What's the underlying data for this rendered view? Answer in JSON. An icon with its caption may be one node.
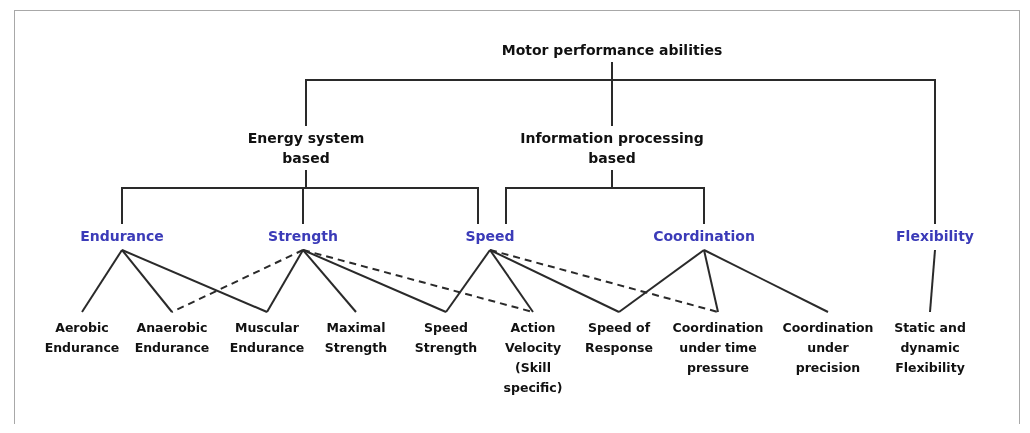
{
  "diagram": {
    "nodes": [
      {
        "text": [
          "Motor performance abilities"
        ]
      },
      {
        "text": [
          "Energy system based"
        ]
      },
      {
        "text": [
          "Information processing based"
        ]
      },
      {
        "text": [
          "Endurance"
        ]
      },
      {
        "text": [
          "Strength"
        ]
      },
      {
        "text": [
          "Speed"
        ]
      },
      {
        "text": [
          "Coordination"
        ]
      },
      {
        "text": [
          "Flexibility"
        ]
      },
      {
        "text": [
          "Aerobic Endurance"
        ]
      },
      {
        "text": [
          "Anaerobic Endurance"
        ]
      },
      {
        "text": [
          "Muscular Endurance"
        ]
      },
      {
        "text": [
          "Maximal Strength"
        ]
      },
      {
        "text": [
          "Speed Strength"
        ]
      },
      {
        "text": [
          "Action Velocity (Skill specific)"
        ]
      },
      {
        "text": [
          "Speed of Response"
        ]
      },
      {
        "text": [
          "Coordination under time pressure"
        ]
      },
      {
        "text": [
          "Coordination under precision"
        ]
      },
      {
        "text": [
          "Static and dynamic Flexibility"
        ]
      }
    ],
    "edges": [
      {
        "from": 0,
        "to": 1,
        "arrow": "none"
      },
      {
        "from": 0,
        "to": 2,
        "arrow": "none"
      },
      {
        "from": 0,
        "to": 7,
        "arrow": "none"
      },
      {
        "from": 1,
        "to": 3,
        "arrow": "none"
      },
      {
        "from": 1,
        "to": 4,
        "arrow": "none"
      },
      {
        "from": 1,
        "to": 5,
        "arrow": "none"
      },
      {
        "from": 2,
        "to": 5,
        "arrow": "none"
      },
      {
        "from": 2,
        "to": 6,
        "arrow": "none"
      },
      {
        "from": 3,
        "to": 8,
        "arrow": "none"
      },
      {
        "from": 3,
        "to": 9,
        "arrow": "none"
      },
      {
        "from": 3,
        "to": 10,
        "arrow": "none"
      },
      {
        "from": 4,
        "to": 9,
        "arrow": "none",
        "style": "dashed"
      },
      {
        "from": 4,
        "to": 10,
        "arrow": "none"
      },
      {
        "from": 4,
        "to": 11,
        "arrow": "none"
      },
      {
        "from": 4,
        "to": 12,
        "arrow": "none"
      },
      {
        "from": 4,
        "to": 13,
        "arrow": "none",
        "style": "dashed"
      },
      {
        "from": 5,
        "to": 12,
        "arrow": "none"
      },
      {
        "from": 5,
        "to": 13,
        "arrow": "none"
      },
      {
        "from": 5,
        "to": 14,
        "arrow": "none"
      },
      {
        "from": 5,
        "to": 15,
        "arrow": "none",
        "style": "dashed"
      },
      {
        "from": 6,
        "to": 14,
        "arrow": "none"
      },
      {
        "from": 6,
        "to": 15,
        "arrow": "none"
      },
      {
        "from": 6,
        "to": 16,
        "arrow": "none"
      },
      {
        "from": 7,
        "to": 17,
        "arrow": "none"
      }
    ]
  }
}
